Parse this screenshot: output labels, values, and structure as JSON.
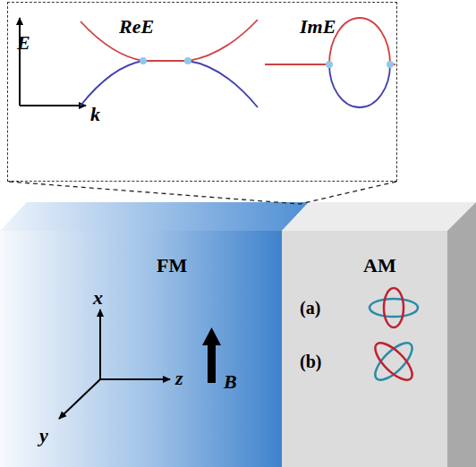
{
  "diagram": {
    "nodes": [
      {
        "text": [
          "E",
          "k",
          "ReE",
          "ImE"
        ]
      },
      {
        "text": [
          "FM",
          "x",
          "z",
          "y",
          "B"
        ]
      },
      {
        "text": [
          "AM",
          "(a)",
          "(b)"
        ]
      }
    ]
  }
}
